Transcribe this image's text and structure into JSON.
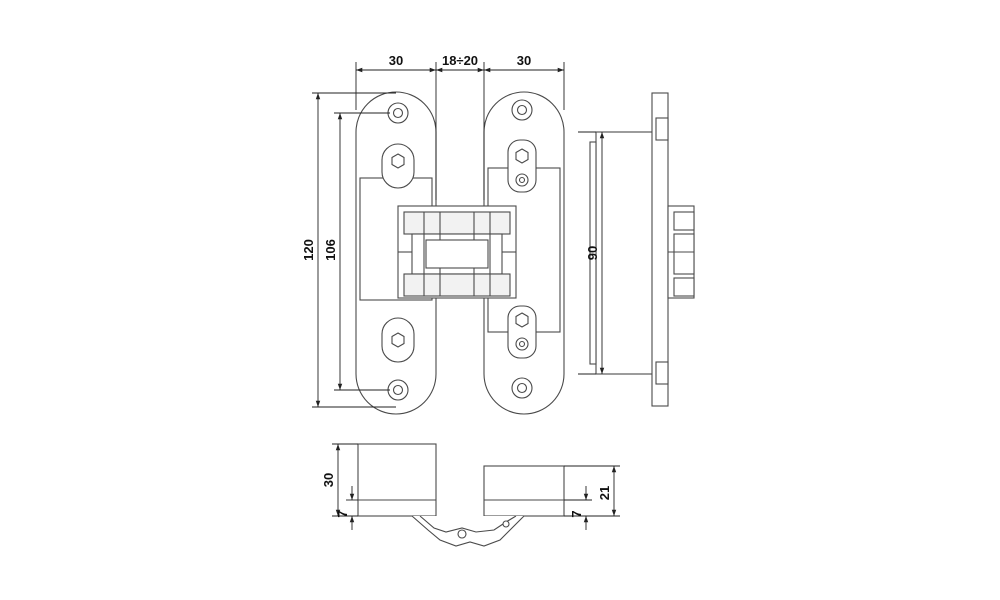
{
  "dimensions": {
    "front_width_left": "30",
    "front_gap": "18÷20",
    "front_width_right": "30",
    "height_overall": "120",
    "height_holes": "106",
    "side_height": "90",
    "bottom_depth": "30",
    "bottom_offset_left": "7",
    "bottom_offset_right": "7",
    "bottom_depth_right": "21"
  },
  "colors": {
    "line": "#4a4a4a",
    "dimension": "#222222",
    "face_fill": "#f2f2f2"
  }
}
